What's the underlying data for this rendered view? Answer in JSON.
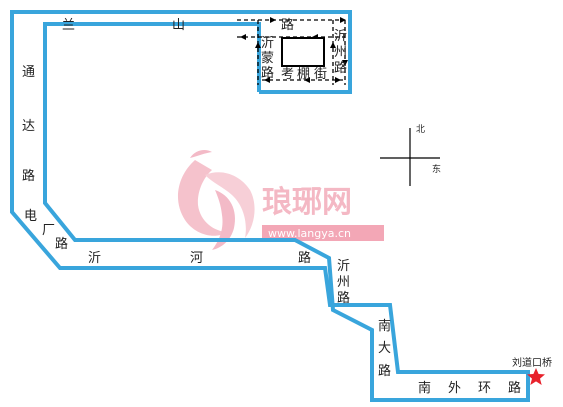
{
  "colors": {
    "route": "#39a5dc",
    "road_box": "#000000",
    "marker": "#e8222c",
    "watermark": "#f4b8c4",
    "watermark_bar": "#f3a7b6"
  },
  "roads": {
    "lanshan_1": "兰",
    "lanshan_2": "山",
    "lanshan_3": "路",
    "tongda_1": "通",
    "tongda_2": "达",
    "tongda_3": "路",
    "dianchang_1": "电",
    "dianchang_2": "厂",
    "dianchang_3": "路",
    "yihe_1": "沂",
    "yihe_2": "河",
    "yihe_3": "路",
    "yizhou_south_1": "沂",
    "yizhou_south_2": "州",
    "yizhou_south_3": "路",
    "nanda_1": "南",
    "nanda_2": "大",
    "nanda_3": "路",
    "nanwaihuan_1": "南",
    "nanwaihuan_2": "外",
    "nanwaihuan_3": "环",
    "nanwaihuan_4": "路",
    "yimeng_1": "沂",
    "yimeng_2": "蒙",
    "yimeng_3": "路",
    "yizhou_north_1": "沂",
    "yizhou_north_2": "州",
    "yizhou_north_3": "路",
    "kaopeng_1": "考",
    "kaopeng_2": "棚",
    "kaopeng_3": "街"
  },
  "compass": {
    "north": "北",
    "east": "东"
  },
  "marker": {
    "label": "刘道口桥",
    "icon": "star-icon"
  },
  "watermark": {
    "text": "琅琊网",
    "url": "www.langya.cn",
    "icon": "phoenix-logo-icon"
  }
}
